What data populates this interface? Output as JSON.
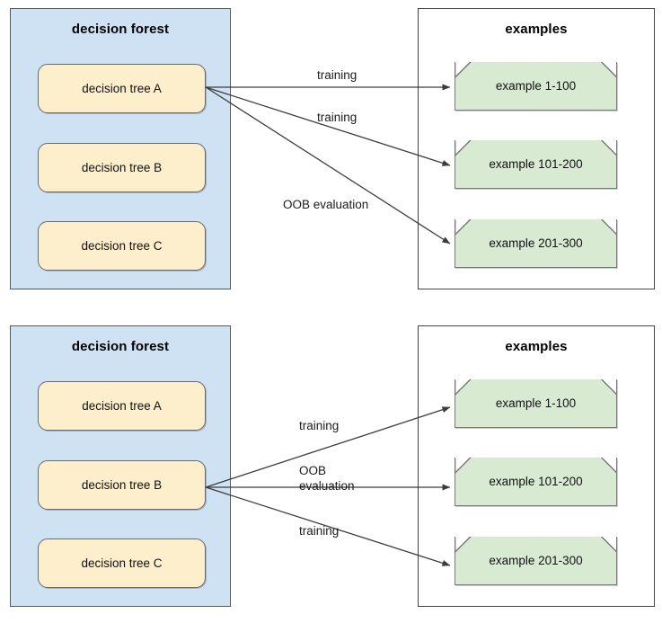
{
  "diagrams": [
    {
      "id": "top",
      "forest": {
        "title": "decision forest",
        "fill": "#cfe2f3",
        "trees": [
          {
            "label": "decision tree A",
            "highlighted": true
          },
          {
            "label": "decision tree B",
            "highlighted": false
          },
          {
            "label": "decision tree C",
            "highlighted": false
          }
        ]
      },
      "examples": {
        "title": "examples",
        "fill": "#d9ead3",
        "items": [
          {
            "label": "example 1-100"
          },
          {
            "label": "example 101-200"
          },
          {
            "label": "example 201-300"
          }
        ]
      },
      "edges": [
        {
          "from": "decision tree A",
          "to": "example 1-100",
          "label": "training"
        },
        {
          "from": "decision tree A",
          "to": "example 101-200",
          "label": "training"
        },
        {
          "from": "decision tree A",
          "to": "example 201-300",
          "label": "OOB evaluation"
        }
      ],
      "edge_labels": [
        {
          "lines": [
            "training"
          ]
        },
        {
          "lines": [
            "training"
          ]
        },
        {
          "lines": [
            "OOB evaluation"
          ]
        }
      ]
    },
    {
      "id": "bottom",
      "forest": {
        "title": "decision forest",
        "fill": "#cfe2f3",
        "trees": [
          {
            "label": "decision tree A",
            "highlighted": false
          },
          {
            "label": "decision tree B",
            "highlighted": true
          },
          {
            "label": "decision tree C",
            "highlighted": false
          }
        ]
      },
      "examples": {
        "title": "examples",
        "fill": "#d9ead3",
        "items": [
          {
            "label": "example 1-100"
          },
          {
            "label": "example 101-200"
          },
          {
            "label": "example 201-300"
          }
        ]
      },
      "edges": [
        {
          "from": "decision tree B",
          "to": "example 1-100",
          "label": "training"
        },
        {
          "from": "decision tree B",
          "to": "example 101-200",
          "label": "OOB evaluation"
        },
        {
          "from": "decision tree B",
          "to": "example 201-300",
          "label": "training"
        }
      ],
      "edge_labels": [
        {
          "lines": [
            "training"
          ]
        },
        {
          "lines": [
            "OOB",
            "evaluation"
          ]
        },
        {
          "lines": [
            "training"
          ]
        }
      ]
    }
  ],
  "colors": {
    "forest_fill": "#cfe2f3",
    "tree_fill": "#fdeecc",
    "example_fill": "#d9ead3",
    "border": "#595959",
    "arrow": "#3c3c3c",
    "text": "#1b1b1b",
    "background": "#ffffff"
  }
}
